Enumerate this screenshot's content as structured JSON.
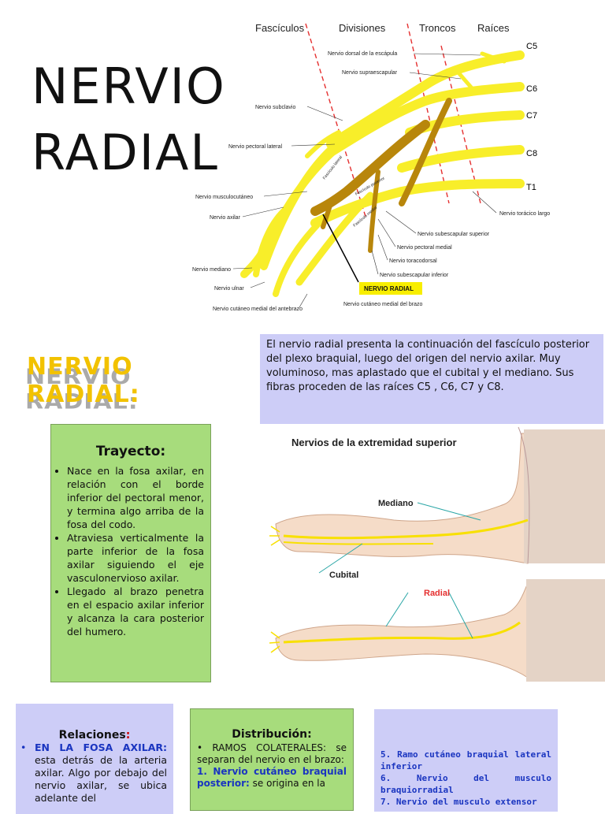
{
  "title": {
    "line1": "NERVIO",
    "line2": "RADIAL"
  },
  "plexus": {
    "headers": {
      "fasciculos": "Fascículos",
      "divisiones": "Divisiones",
      "troncos": "Troncos",
      "raices": "Raíces"
    },
    "roots": [
      "C5",
      "C6",
      "C7",
      "C8",
      "T1"
    ],
    "labels": {
      "dorsal_escapula": "Nervio dorsal de la escápula",
      "supraescapular": "Nervio supraescapular",
      "subclavio": "Nervio subclavio",
      "pectoral_lateral": "Nervio pectoral lateral",
      "musculocutaneo": "Nervio musculocutáneo",
      "axilar": "Nervio axilar",
      "mediano": "Nervio mediano",
      "ulnar": "Nervio ulnar",
      "cutaneo_antebrazo": "Nervio cutáneo medial del antebrazo",
      "cutaneo_brazo": "Nervio cutáneo medial del brazo",
      "toracico_largo": "Nervio torácico largo",
      "subescapular_superior": "Nervio subescapular superior",
      "pectoral_medial": "Nervio pectoral medial",
      "toracodorsal": "Nervio toracodorsal",
      "subescapular_inferior": "Nervio subescapular inferior",
      "radial_highlight": "NERVIO RADIAL",
      "fasciculo_lateral": "Fascículo lateral",
      "fasciculo_posterior": "Fascículo posterior",
      "fasciculo_medial": "Fascículo medial"
    }
  },
  "section": {
    "heading": "NERVIO RADIAL:",
    "intro": "El nervio radial presenta la continuación del fascículo posterior del plexo braquial, luego del origen del nervio axilar. Muy voluminoso, mas aplastado que el cubital y el mediano. Sus fibras proceden de las raíces C5 , C6, C7 y C8."
  },
  "trayecto": {
    "title": "Trayecto:",
    "items": [
      "Nace en la fosa axilar, en relación con el borde inferior del pectoral menor, y termina algo arriba de la fosa del codo.",
      " Atraviesa verticalmente la parte inferior de la fosa axilar siguiendo el eje vasculonervioso axilar.",
      "Llegado al brazo penetra en el espacio axilar inferior y alcanza la cara posterior del humero."
    ]
  },
  "arms": {
    "title": "Nervios de la extremidad superior",
    "labels": {
      "mediano": "Mediano",
      "cubital": "Cubital",
      "radial": "Radial"
    }
  },
  "relaciones": {
    "title": "Relaciones",
    "title_colon": ":",
    "bullet_heading": "EN LA FOSA AXILAR:",
    "text": "esta detrás de la arteria axilar. Algo por debajo del nervio axilar, se ubica adelante del"
  },
  "distribucion": {
    "title": "Distribución:",
    "bullet": "RAMOS COLATERALES: se separan del nervio en el brazo:",
    "item1_label": "1. Nervio cutáneo braquial posterior:",
    "item1_text": " se origina en la"
  },
  "ramos": {
    "items": [
      "5. Ramo cutáneo braquial lateral inferior",
      "6. Nervio del musculo braquiorradial",
      "7. Nervio del musculo extensor"
    ]
  },
  "colors": {
    "nerve_yellow": "#f8ee2a",
    "posterior_brown": "#b8860b",
    "green_box": "#a7dc7c",
    "lavender_box": "#cdcdf7",
    "heading_gold": "#f2c200"
  }
}
